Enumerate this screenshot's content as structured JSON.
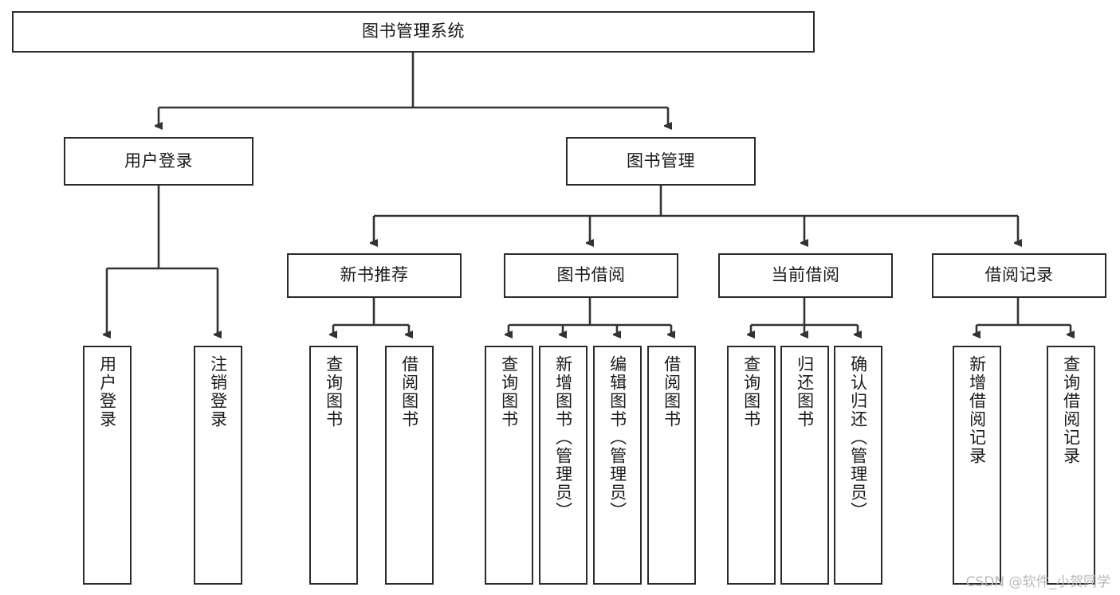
{
  "diagram": {
    "title": "图书管理系统",
    "type": "tree-hierarchy-chart",
    "watermark": "CSDN @软件_小贺同学",
    "colors": {
      "border": "#2b2b2b",
      "text": "#1a1a1a",
      "background": "#ffffff",
      "connector": "#333333",
      "watermark": "#b9b9b9"
    },
    "nodes": {
      "root": {
        "label": "图书管理系统"
      },
      "level2": [
        {
          "label": "用户登录"
        },
        {
          "label": "图书管理"
        }
      ],
      "level3": [
        {
          "label": "新书推荐"
        },
        {
          "label": "图书借阅"
        },
        {
          "label": "当前借阅"
        },
        {
          "label": "借阅记录"
        }
      ],
      "leaves": {
        "user_login": [
          {
            "label": "用户登录"
          },
          {
            "label": "注销登录"
          }
        ],
        "new_book_recommend": [
          {
            "label": "查询图书"
          },
          {
            "label": "借阅图书"
          }
        ],
        "book_borrow": [
          {
            "label": "查询图书"
          },
          {
            "label": "新增图书（管理员）"
          },
          {
            "label": "编辑图书（管理员）"
          },
          {
            "label": "借阅图书"
          }
        ],
        "current_borrow": [
          {
            "label": "查询图书"
          },
          {
            "label": "归还图书"
          },
          {
            "label": "确认归还（管理员）"
          }
        ],
        "borrow_record": [
          {
            "label": "新增借阅记录"
          },
          {
            "label": "查询借阅记录"
          }
        ]
      }
    }
  }
}
